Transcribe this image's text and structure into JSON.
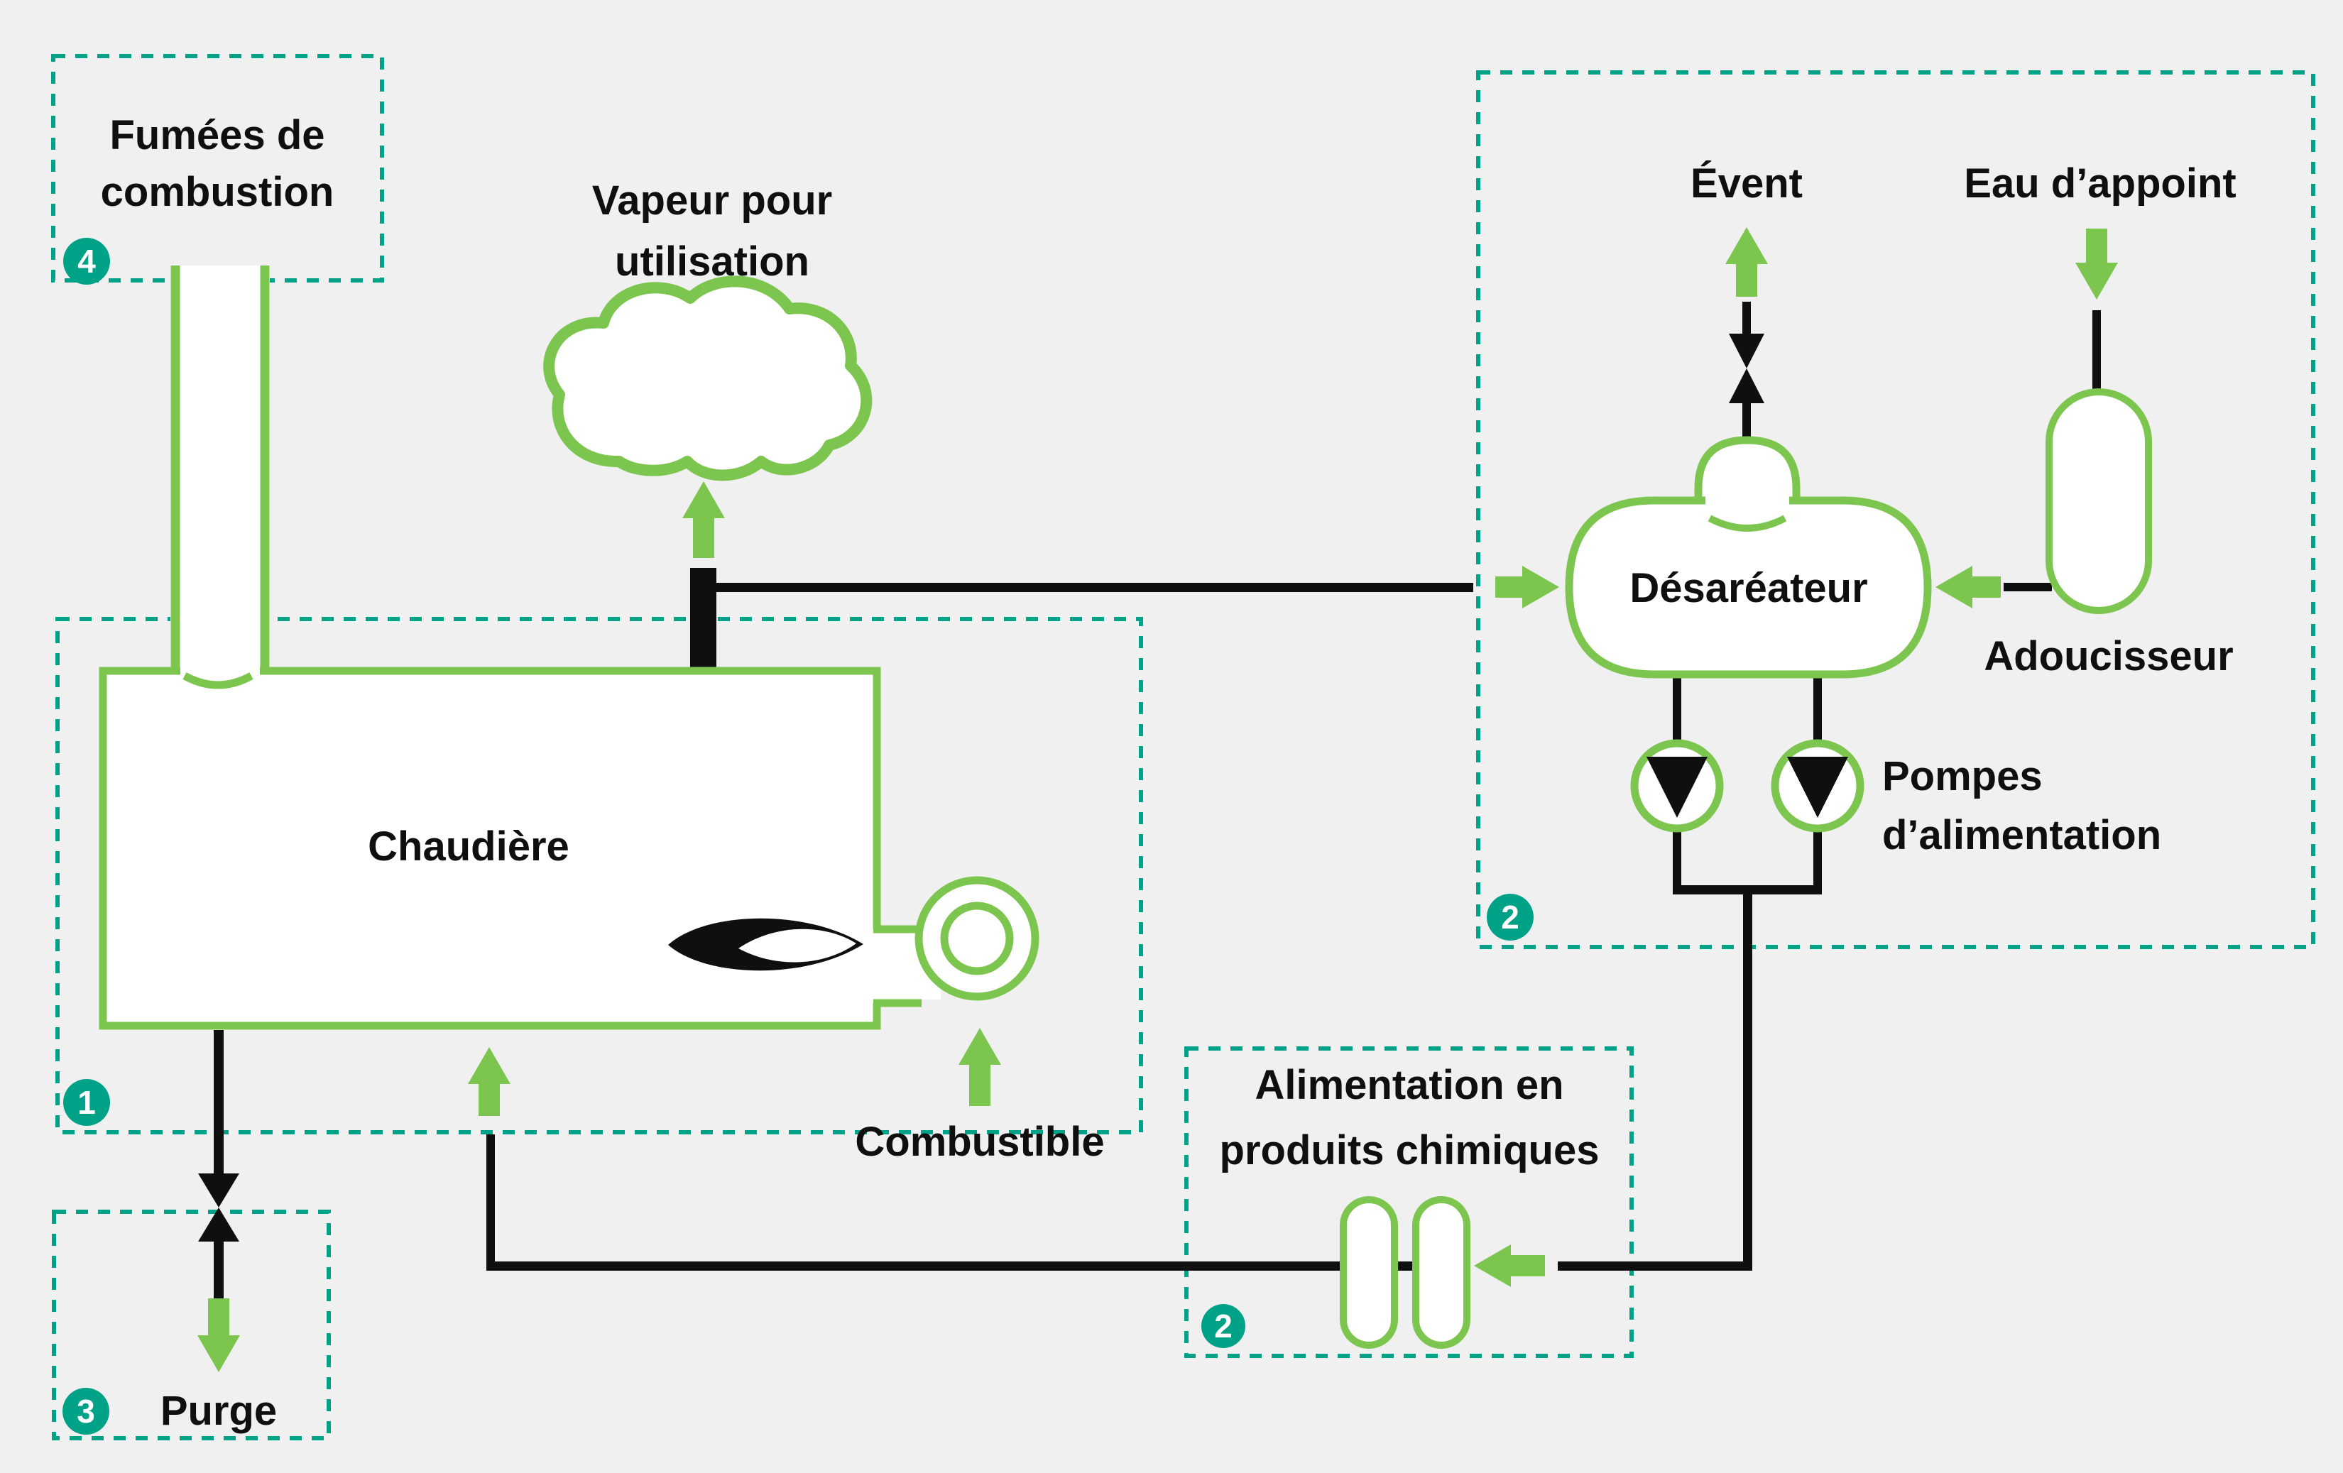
{
  "diagram_title": "Boiler water treatment system diagram",
  "colors": {
    "background": "#F0F0F0",
    "green": "#7CC64F",
    "teal": "#00A287",
    "black": "#0F0F0F",
    "white": "#FFFFFF"
  },
  "labels": {
    "flue_gas_line1": "Fumées de",
    "flue_gas_line2": "combustion",
    "steam_line1": "Vapeur pour",
    "steam_line2": "utilisation",
    "vent": "Évent",
    "makeup_water": "Eau d’appoint",
    "deaerator": "Désaréateur",
    "softener": "Adoucisseur",
    "pumps_line1": "Pompes",
    "pumps_line2": "d’alimentation",
    "boiler": "Chaudière",
    "fuel": "Combustible",
    "purge": "Purge",
    "chemical_line1": "Alimentation en",
    "chemical_line2": "produits chimiques"
  },
  "badges": {
    "flue_gas": "4",
    "boiler": "1",
    "purge": "3",
    "feedwater": "2",
    "chemical": "2"
  }
}
